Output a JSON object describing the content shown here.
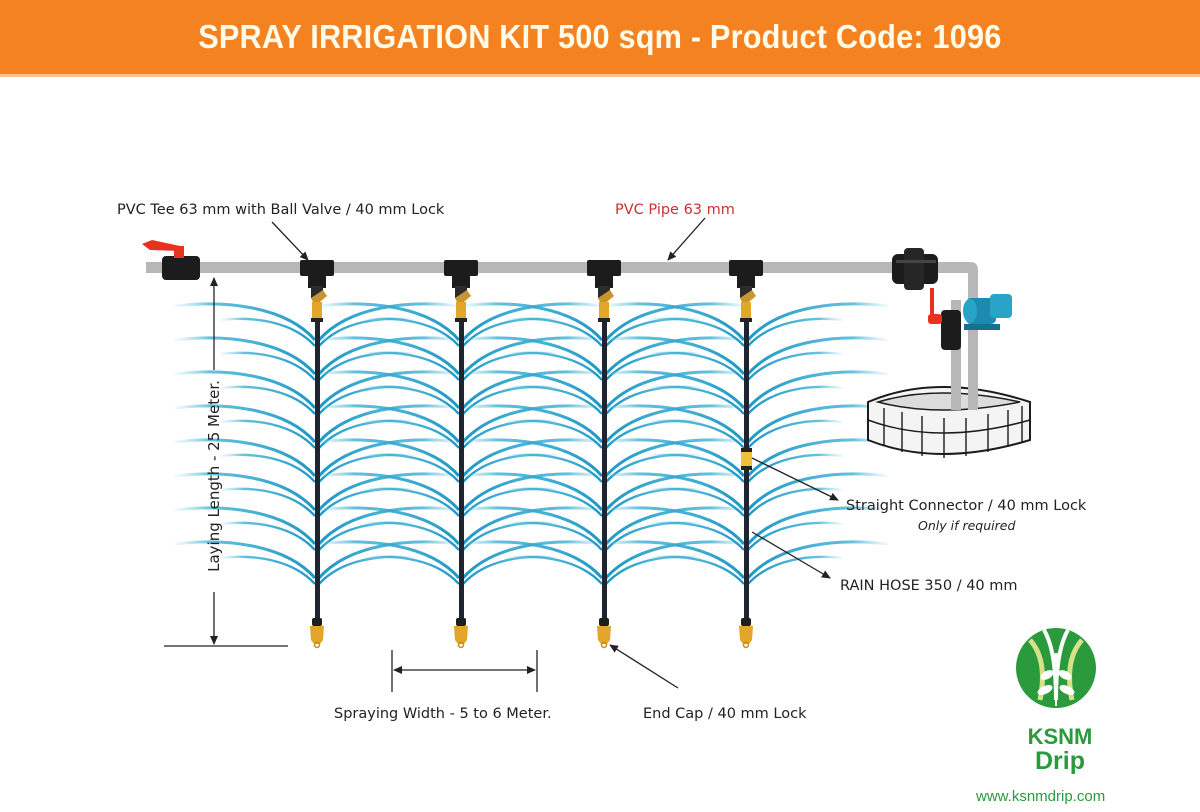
{
  "header": {
    "title": "SPRAY IRRIGATION KIT 500 sqm - Product Code: 1096",
    "background_color": "#f58220",
    "text_color": "#fffbe8"
  },
  "labels": {
    "tee": "PVC Tee 63 mm with Ball Valve / 40 mm Lock",
    "pipe": "PVC Pipe 63 mm",
    "connector": "Straight Connector / 40 mm Lock",
    "connector_note": "Only if required",
    "rain_hose": "RAIN HOSE 350 / 40 mm",
    "end_cap": "End Cap / 40 mm Lock",
    "laying_length": "Laying Length - 25 Meter.",
    "spraying_width": "Spraying Width - 5 to 6 Meter."
  },
  "components": {
    "main_pipe": "PVC Pipe 63 mm",
    "inlet_valve": "ball-valve-icon",
    "tees_count": 4,
    "rain_hoses_count": 4,
    "end_caps_count": 4,
    "water_source": "well-icon",
    "pump": "pump-icon",
    "filter": "filter-icon"
  },
  "colors": {
    "pipe": "#b7b7b7",
    "spray": "#2aa3c9",
    "hose": "#1e2430",
    "brass": "#e3a52a",
    "valve_handle": "#e8321e",
    "brand_green": "#2a9a3c"
  },
  "logo": {
    "line1": "KSNM",
    "line2": "Drip",
    "website": "www.ksnmdrip.com"
  }
}
